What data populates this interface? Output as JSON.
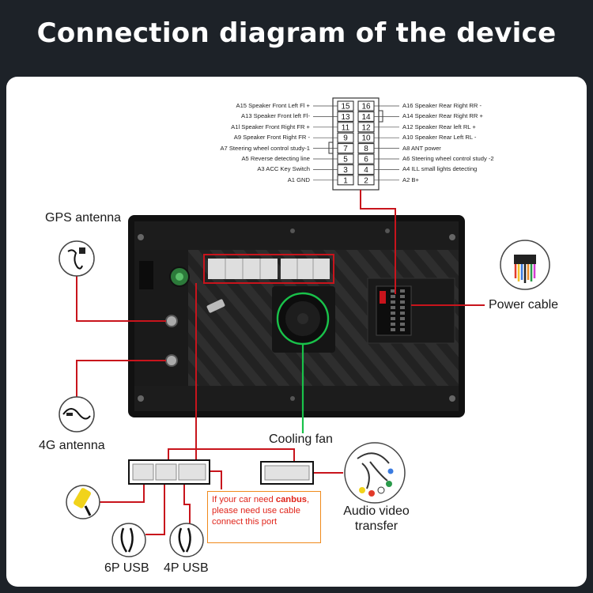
{
  "title": "Connection diagram of the device",
  "pinout": {
    "rows": [
      {
        "left_label": "A15 Speaker Front Left Fl +",
        "left_pin": "15",
        "right_pin": "16",
        "right_label": "A16 Speaker Rear Right RR -"
      },
      {
        "left_label": "A13 Speaker Front left Fl-",
        "left_pin": "13",
        "right_pin": "14",
        "right_label": "A14 Speaker Rear Right RR +"
      },
      {
        "left_label": "A1l Speaker Front Right FR +",
        "left_pin": "11",
        "right_pin": "12",
        "right_label": "A12 Speaker Rear left RL +"
      },
      {
        "left_label": "A9 Speaker Front Right FR -",
        "left_pin": "9",
        "right_pin": "10",
        "right_label": "A10 Speaker Rear Left RL -"
      },
      {
        "left_label": "A7 Steering wheel control study-1",
        "left_pin": "7",
        "right_pin": "8",
        "right_label": "A8 ANT power"
      },
      {
        "left_label": "A5 Reverse detecting line",
        "left_pin": "5",
        "right_pin": "6",
        "right_label": "A6 Steering wheel control study -2"
      },
      {
        "left_label": "A3 ACC Key Switch",
        "left_pin": "3",
        "right_pin": "4",
        "right_label": "A4 ILL small lights detecting"
      },
      {
        "left_label": "A1 GND",
        "left_pin": "1",
        "right_pin": "2",
        "right_label": "A2 B+"
      }
    ]
  },
  "labels": {
    "gps_antenna": "GPS antenna",
    "power_cable": "Power cable",
    "antenna_4g": "4G antenna",
    "cooling_fan": "Cooling fan",
    "audio_video": "Audio video transfer",
    "usb_6p": "6P USB",
    "usb_4p": "4P USB"
  },
  "canbus_note": {
    "prefix": "If your car need ",
    "highlight": "canbus",
    "suffix": ", please need use cable connect this port",
    "warning_count": 3
  },
  "colors": {
    "background": "#1d2228",
    "panel": "#ffffff",
    "leader_red": "#c8141c",
    "fan_green": "#19c24a",
    "warning_orange": "#f08a1c",
    "note_red": "#e0251b"
  },
  "icons": [
    "gps-antenna-icon",
    "power-cable-icon",
    "4g-antenna-icon",
    "rca-yellow-icon",
    "usb-cable-icon",
    "audio-video-harness-icon",
    "warning-icon"
  ]
}
